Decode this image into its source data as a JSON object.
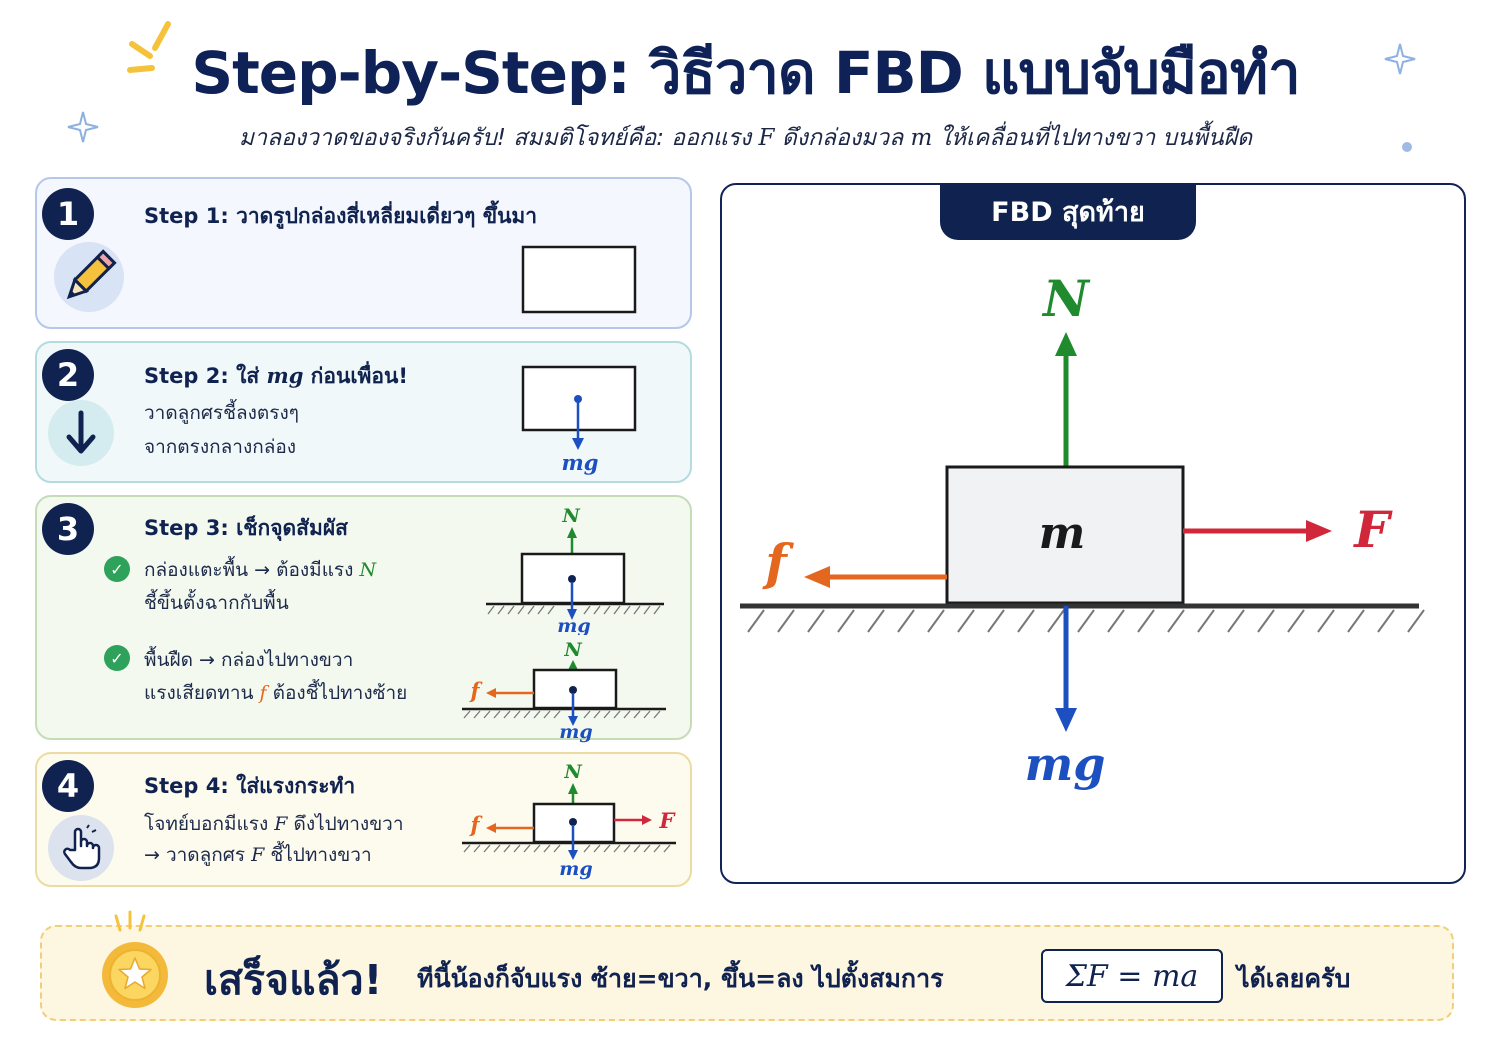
{
  "header": {
    "title": "Step-by-Step: วิธีวาด FBD แบบจับมือทำ",
    "subtitle_pre": "มาลองวาดของจริงกันครับ! สมมติโจทย์คือ: ออกแรง ",
    "subtitle_F": "F",
    "subtitle_mid": " ดึงกล่องมวล ",
    "subtitle_m": "m",
    "subtitle_post": " ให้เคลื่อนที่ไปทางขวา บนพื้นฝืด"
  },
  "steps": [
    {
      "number": "1",
      "icon": "pencil-icon",
      "title_bold": "Step 1:",
      "title_rest": " วาดรูปกล่องสี่เหลี่ยมเดี่ยวๆ ขึ้นมา"
    },
    {
      "number": "2",
      "icon": "arrow-down-icon",
      "title_bold": "Step 2:",
      "title_mid": " ใส่ ",
      "title_var": "mg",
      "title_end": " ก่อนเพื่อน!",
      "line1": "วาดลูกศรชี้ลงตรงๆ",
      "line2": "จากตรงกลางกล่อง",
      "label_mg": "mg"
    },
    {
      "number": "3",
      "title_bold": "Step 3:",
      "title_rest": " เช็กจุดสัมผัส",
      "check1_line1_pre": "กล่องแตะพื้น → ต้องมีแรง ",
      "check1_var": "N",
      "check1_line2": "ชี้ขึ้นตั้งฉากกับพื้น",
      "check2_line1": "พื้นฝืด → กล่องไปทางขวา",
      "check2_line2_pre": "แรงเสียดทาน ",
      "check2_var": "f",
      "check2_line2_post": " ต้องชี้ไปทางซ้าย",
      "label_N": "N",
      "label_mg": "mg",
      "label_f": "f"
    },
    {
      "number": "4",
      "icon": "hand-pointer-icon",
      "title_bold": "Step 4:",
      "title_rest": " ใส่แรงกระทำ",
      "line1_pre": "โจทย์บอกมีแรง ",
      "line1_var": "F",
      "line1_post": " ดึงไปทางขวา",
      "line2_pre": "→ วาดลูกศร ",
      "line2_var": "F",
      "line2_post": " ชี้ไปทางขวา",
      "label_N": "N",
      "label_mg": "mg",
      "label_f": "f",
      "label_F": "F"
    }
  ],
  "final_fbd": {
    "tab_label": "FBD สุดท้าย",
    "mass_label": "m",
    "normal_label": "N",
    "weight_label": "mg",
    "friction_label": "f",
    "applied_label": "F"
  },
  "banner": {
    "done": "เสร็จแล้ว!",
    "text": "ทีนี้น้องก็จับแรง ซ้าย=ขวา, ขึ้น=ลง ไปตั้งสมการ",
    "equation": "ΣF = ma",
    "end": "ได้เลยครับ",
    "icon": "star-coin-icon"
  },
  "colors": {
    "navy": "#10224f",
    "normal_green": "#1f8a2e",
    "weight_blue": "#1c4fc0",
    "friction_orange": "#e3671e",
    "applied_red": "#d0283a"
  }
}
